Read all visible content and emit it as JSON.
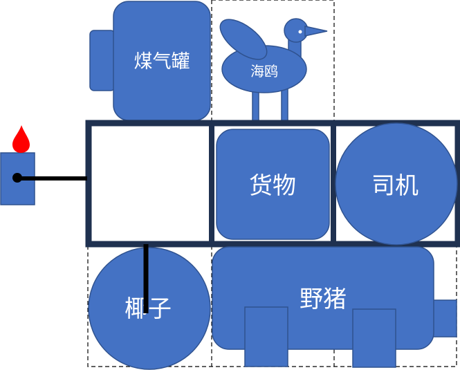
{
  "colors": {
    "fill": "#4472c4",
    "stroke": "#2f528f",
    "frame": "#1f3150",
    "line": "#000000",
    "flame": "#ff0000",
    "dash": "#000000"
  },
  "labels": {
    "gas_tank": "煤气罐",
    "seagull": "海鸥",
    "cargo": "货物",
    "driver": "司机",
    "coconut": "椰子",
    "boar": "野猪"
  }
}
